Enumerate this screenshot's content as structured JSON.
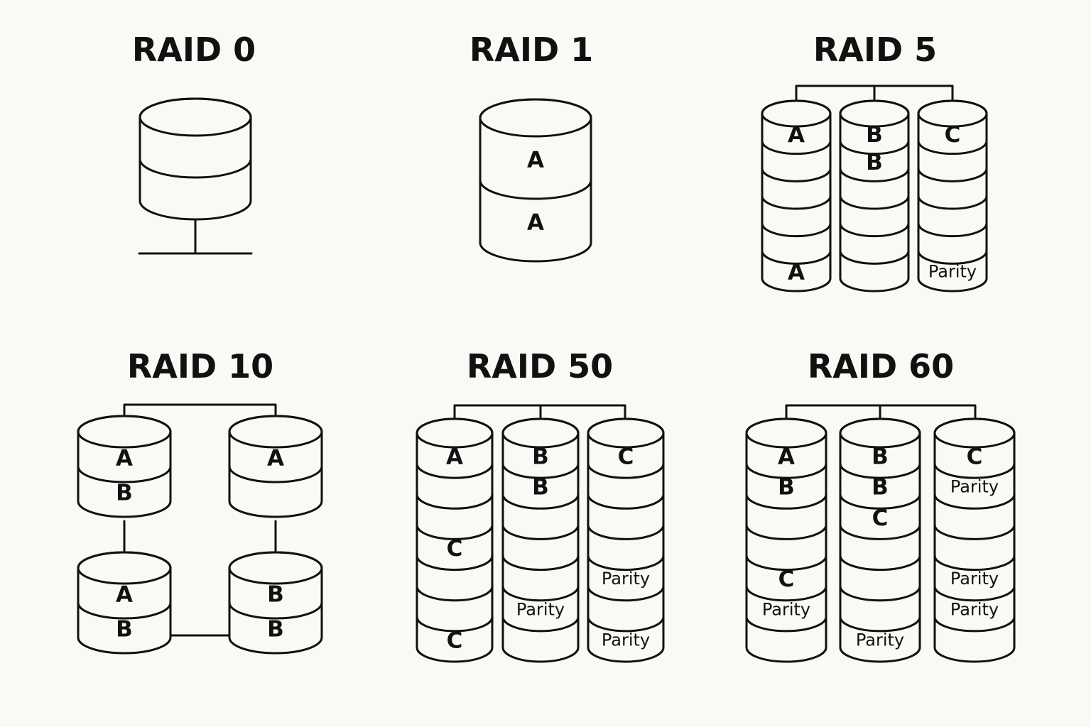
{
  "raid0": {
    "title": "RAID 0"
  },
  "raid1": {
    "title": "RAID 1",
    "slots": [
      "A",
      "A"
    ]
  },
  "raid5": {
    "title": "RAID 5",
    "disks": [
      [
        "A",
        "",
        "",
        "",
        "",
        "A"
      ],
      [
        "B",
        "B",
        "",
        "",
        "",
        ""
      ],
      [
        "C",
        "",
        "",
        "",
        "",
        "Parity"
      ]
    ]
  },
  "raid10": {
    "title": "RAID 10",
    "disks": [
      [
        "A",
        "B"
      ],
      [
        "A",
        ""
      ],
      [
        "A",
        "B"
      ],
      [
        "B",
        "B"
      ]
    ]
  },
  "raid50": {
    "title": "RAID 50",
    "disks": [
      [
        "A",
        "",
        "",
        "C",
        "",
        "",
        "C"
      ],
      [
        "B",
        "B",
        "",
        "",
        "",
        "Parity",
        ""
      ],
      [
        "C",
        "",
        "",
        "",
        "Parity",
        "",
        "Parity"
      ]
    ]
  },
  "raid60": {
    "title": "RAID 60",
    "disks": [
      [
        "A",
        "B",
        "",
        "",
        "C",
        "Parity",
        ""
      ],
      [
        "B",
        "B",
        "C",
        "",
        "",
        "",
        "Parity"
      ],
      [
        "C",
        "Parity",
        "",
        "",
        "Parity",
        "Parity",
        ""
      ]
    ]
  }
}
